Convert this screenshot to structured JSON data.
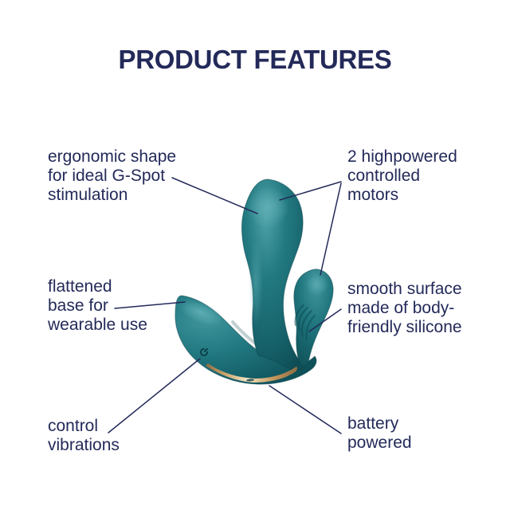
{
  "title": "PRODUCT FEATURES",
  "colors": {
    "background": "#ffffff",
    "text_navy": "#232a59",
    "callout_line": "#232a59",
    "product_teal": "#217880",
    "product_teal_light": "#4da0a7",
    "product_teal_dark": "#0e4d55",
    "gold": "#c9a268"
  },
  "labels": {
    "ergonomic": "ergonomic shape\nfor ideal G-Spot\nstimulation",
    "motors": "2 highpowered\ncontrolled\nmotors",
    "flattened": "flattened\nbase for\nwearable use",
    "smooth": "smooth surface\nmade of body-\nfriendly silicone",
    "control": "control\nvibrations",
    "battery": "battery\npowered"
  },
  "product": {
    "description": "teal wearable vibrator with flattened base, G-Spot arm and ridged rear arm, gold trim band",
    "icons": {
      "power": "power-icon"
    }
  }
}
